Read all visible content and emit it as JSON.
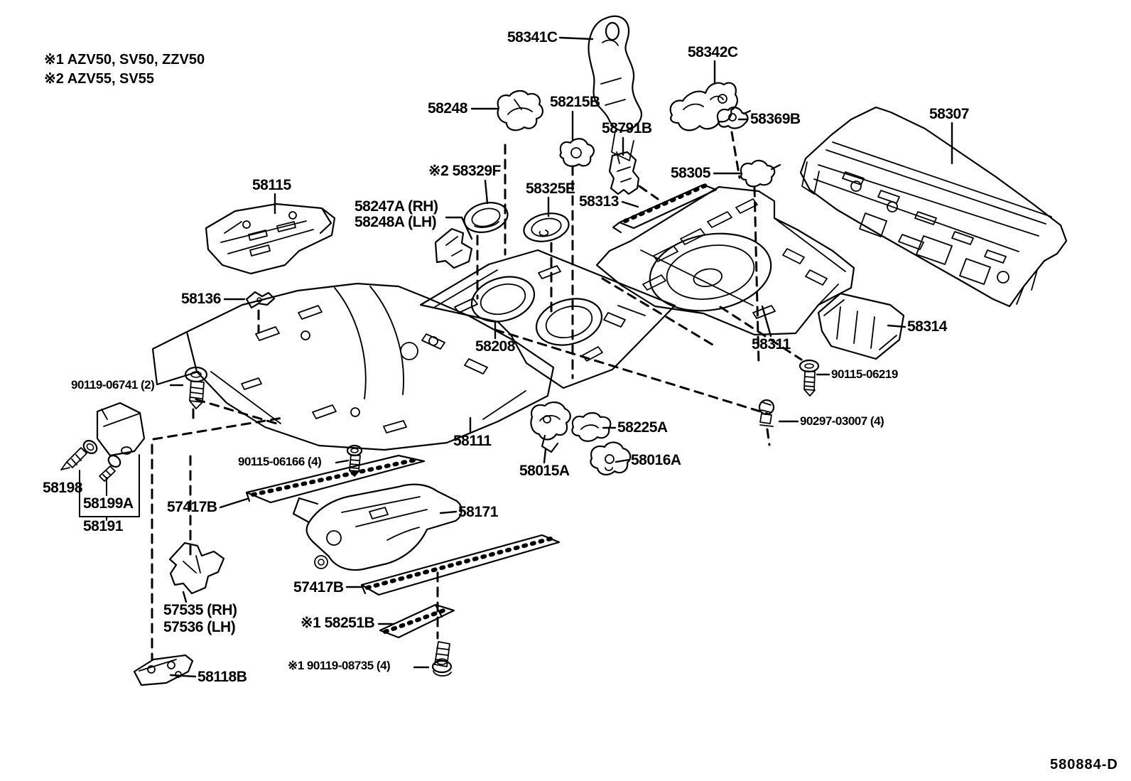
{
  "legend": {
    "note1": "※1 AZV50, SV50, ZZV50",
    "note2": "※2 AZV55, SV55"
  },
  "diagram_code": "580884-D",
  "labels": [
    {
      "id": "note-1",
      "text": "※1 AZV50, SV50, ZZV50"
    },
    {
      "id": "note-2",
      "text": "※2 AZV55, SV55"
    },
    {
      "id": "58341C",
      "text": "58341C"
    },
    {
      "id": "58342C",
      "text": "58342C"
    },
    {
      "id": "58248",
      "text": "58248"
    },
    {
      "id": "58215B",
      "text": "58215B"
    },
    {
      "id": "58791B",
      "text": "58791B"
    },
    {
      "id": "58369B",
      "text": "58369B"
    },
    {
      "id": "58307",
      "text": "58307"
    },
    {
      "id": "58329F",
      "text": "※2 58329F"
    },
    {
      "id": "58325E",
      "text": "58325E"
    },
    {
      "id": "58305",
      "text": "58305"
    },
    {
      "id": "58313",
      "text": "58313"
    },
    {
      "id": "58115",
      "text": "58115"
    },
    {
      "id": "58247A",
      "text": "58247A (RH)"
    },
    {
      "id": "58248A",
      "text": "58248A (LH)"
    },
    {
      "id": "58136",
      "text": "58136"
    },
    {
      "id": "58208",
      "text": "58208"
    },
    {
      "id": "58314",
      "text": "58314"
    },
    {
      "id": "58311",
      "text": "58311"
    },
    {
      "id": "90119-06741",
      "text": "90119-06741 (2)"
    },
    {
      "id": "90115-06219",
      "text": "90115-06219"
    },
    {
      "id": "90297-03007",
      "text": "90297-03007 (4)"
    },
    {
      "id": "58225A",
      "text": "58225A"
    },
    {
      "id": "58111",
      "text": "58111"
    },
    {
      "id": "58015A",
      "text": "58015A"
    },
    {
      "id": "58016A",
      "text": "58016A"
    },
    {
      "id": "90115-06166",
      "text": "90115-06166 (4)"
    },
    {
      "id": "58198",
      "text": "58198"
    },
    {
      "id": "58199A",
      "text": "58199A"
    },
    {
      "id": "58191",
      "text": "58191"
    },
    {
      "id": "57417B-front",
      "text": "57417B"
    },
    {
      "id": "58171",
      "text": "58171"
    },
    {
      "id": "57417B-rear",
      "text": "57417B"
    },
    {
      "id": "57535",
      "text": "57535 (RH)"
    },
    {
      "id": "57536",
      "text": "57536 (LH)"
    },
    {
      "id": "58251B",
      "text": "※1 58251B"
    },
    {
      "id": "90119-08735",
      "text": "※1 90119-08735 (4)"
    },
    {
      "id": "58118B",
      "text": "58118B"
    },
    {
      "id": "diagram-code",
      "text": "580884-D"
    }
  ],
  "line_color": "#000000",
  "background_color": "#ffffff"
}
